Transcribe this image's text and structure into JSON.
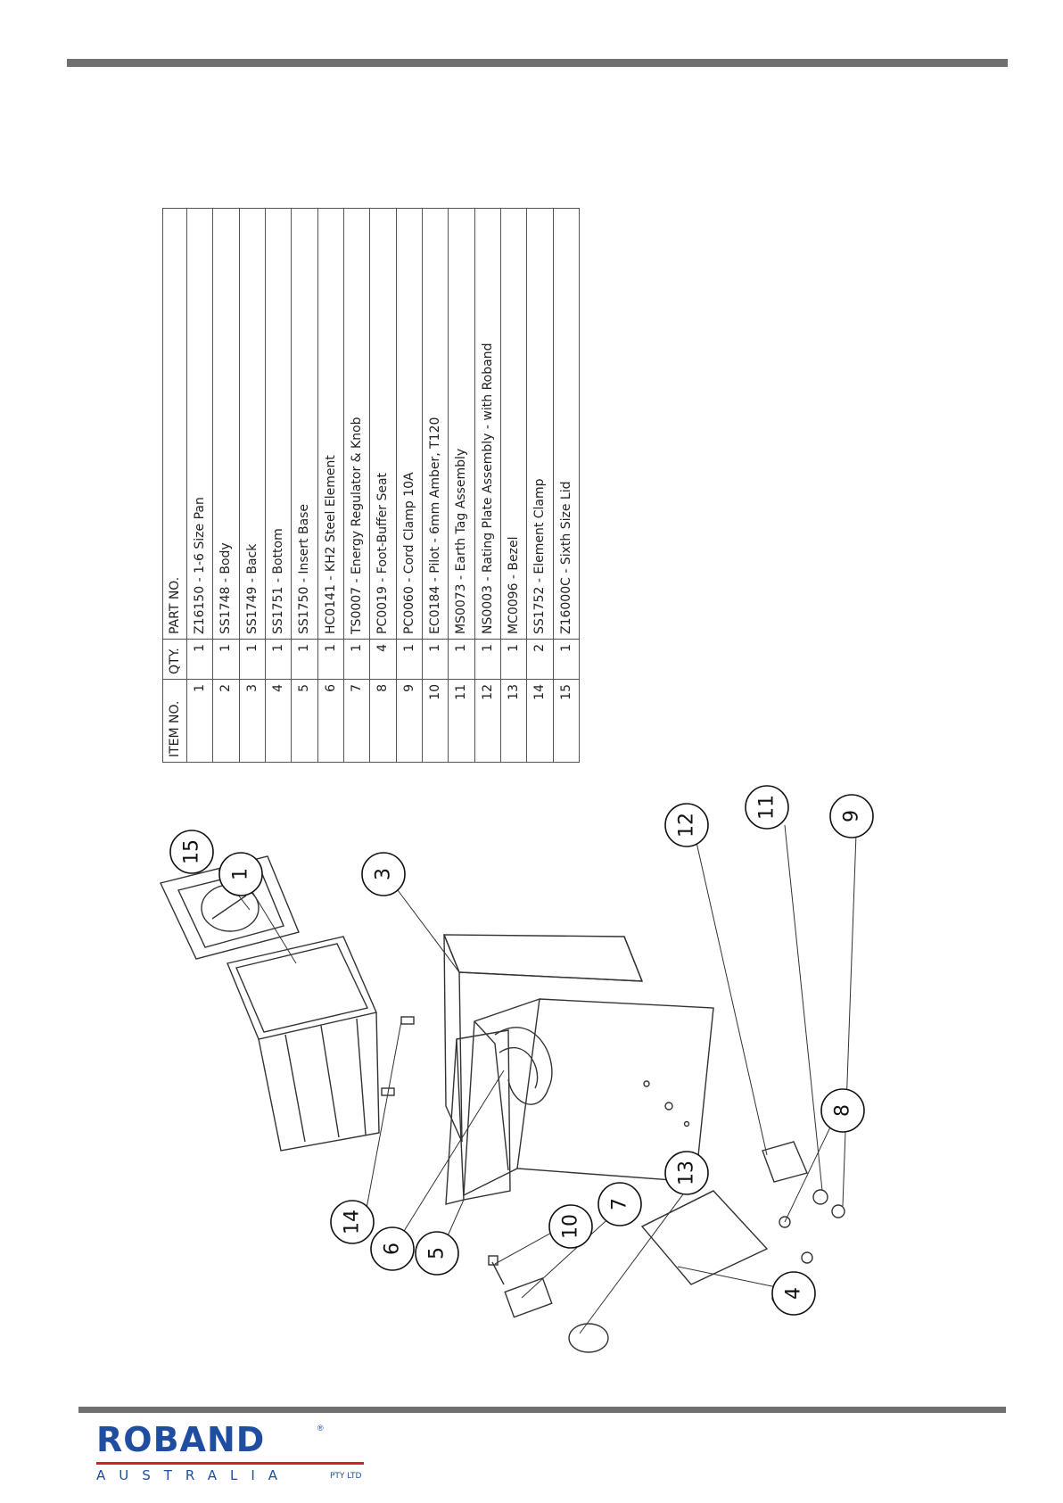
{
  "table": {
    "headers": {
      "item": "ITEM NO.",
      "qty": "QTY.",
      "part": "PART NO."
    },
    "rows": [
      {
        "item": "1",
        "qty": "1",
        "part": "Z16150 - 1-6 Size Pan"
      },
      {
        "item": "2",
        "qty": "1",
        "part": "SS1748 - Body"
      },
      {
        "item": "3",
        "qty": "1",
        "part": "SS1749 - Back"
      },
      {
        "item": "4",
        "qty": "1",
        "part": "SS1751 - Bottom"
      },
      {
        "item": "5",
        "qty": "1",
        "part": "SS1750 - Insert Base"
      },
      {
        "item": "6",
        "qty": "1",
        "part": "HC0141 - KH2 Steel Element"
      },
      {
        "item": "7",
        "qty": "1",
        "part": "TS0007 -  Energy Regulator & Knob"
      },
      {
        "item": "8",
        "qty": "4",
        "part": "PC0019 - Foot-Buffer Seat"
      },
      {
        "item": "9",
        "qty": "1",
        "part": "PC0060 - Cord Clamp 10A"
      },
      {
        "item": "10",
        "qty": "1",
        "part": "EC0184 - Pilot - 6mm Amber, T120"
      },
      {
        "item": "11",
        "qty": "1",
        "part": "MS0073 - Earth Tag Assembly"
      },
      {
        "item": "12",
        "qty": "1",
        "part": "NS0003 - Rating Plate Assembly - with Roband"
      },
      {
        "item": "13",
        "qty": "1",
        "part": "MC0096 - Bezel"
      },
      {
        "item": "14",
        "qty": "2",
        "part": "SS1752 - Element Clamp"
      },
      {
        "item": "15",
        "qty": "1",
        "part": "Z16000C - Sixth Size Lid"
      }
    ]
  },
  "balloons": {
    "b1": "1",
    "b3": "3",
    "b4": "4",
    "b5": "5",
    "b6": "6",
    "b7": "7",
    "b8": "8",
    "b9": "9",
    "b10": "10",
    "b11": "11",
    "b12": "12",
    "b13": "13",
    "b14": "14",
    "b15": "15"
  },
  "logo": {
    "brand": "ROBAND",
    "country": "AUSTRALIA",
    "suffix": "PTY LTD"
  },
  "colors": {
    "rule": "#707070",
    "brand_blue": "#1f4ea1",
    "brand_red": "#d41f2c"
  }
}
